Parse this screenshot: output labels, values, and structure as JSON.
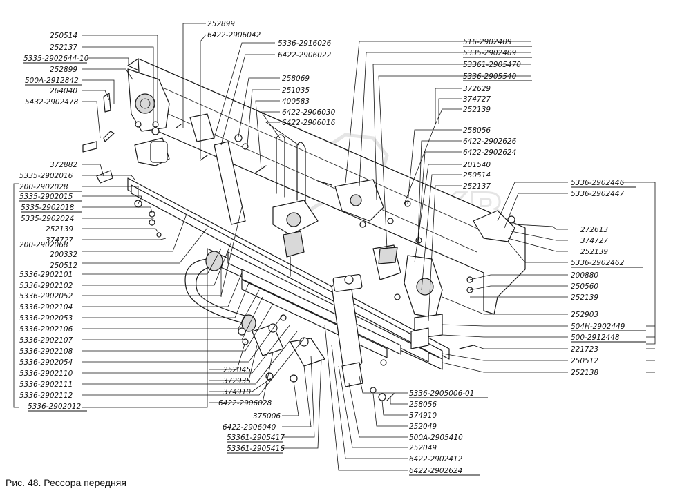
{
  "caption": "Рис. 48. Рессора передняя",
  "labels": {
    "l1": "250514",
    "l2": "252137",
    "l3": "5335-2902644-10",
    "l4": "252899",
    "l5": "500А-2912842",
    "l6": "264040",
    "l7": "5432-2902478",
    "l8": "252899",
    "l9": "6422-2906042",
    "l10": "5336-2916026",
    "l11": "6422-2906022",
    "l12": "258069",
    "l13": "251035",
    "l14": "400583",
    "l15": "6422-2906030",
    "l16": "6422-2906016",
    "l17": "516-2902409",
    "l18": "5335-2902409",
    "l19": "53361-2905470",
    "l20": "5336-2905540",
    "l21": "372629",
    "l22": "374727",
    "l23": "252139",
    "l24": "258056",
    "l25": "6422-2902626",
    "l26": "6422-2902624",
    "l27": "201540",
    "l28": "250514",
    "l29": "252137",
    "l30": "5336-2902446",
    "l31": "5336-2902447",
    "l32": "372882",
    "l33": "5335-2902016",
    "l34": "200-2902028",
    "l35": "5335-2902015",
    "l36": "5335-2902018",
    "l37": "5335-2902024",
    "l38": "252139",
    "l39": "374727",
    "l40": "200-2902068",
    "l41": "200332",
    "l42": "250512",
    "l43": "5336-2902101",
    "l44": "5336-2902102",
    "l45": "5336-2902052",
    "l46": "5336-2902104",
    "l47": "5336-2902053",
    "l48": "5336-2902106",
    "l49": "5336-2902107",
    "l50": "5336-2902108",
    "l51": "5336-2902054",
    "l52": "5336-2902110",
    "l53": "5336-2902111",
    "l54": "5336-2902112",
    "l55": "5336-2902012",
    "l56": "272613",
    "l57": "374727",
    "l58": "252139",
    "l59": "5336-2902462",
    "l60": "200880",
    "l61": "250560",
    "l62": "252139",
    "l63": "252903",
    "l64": "504Н-2902449",
    "l65": "500-2912448",
    "l66": "221723",
    "l67": "250512",
    "l68": "252138",
    "l69": "252045",
    "l70": "372935",
    "l71": "374910",
    "l72": "6422-2906028",
    "l73": "375006",
    "l74": "6422-2906040",
    "l75": "53361-2905417",
    "l76": "53361-2905416",
    "l77": "5336-2905006-01",
    "l78": "258056",
    "l79": "374910",
    "l80": "252049",
    "l81": "500А-2905410",
    "l82": "252049",
    "l83": "6422-2902412",
    "l84": "6422-2902624"
  }
}
